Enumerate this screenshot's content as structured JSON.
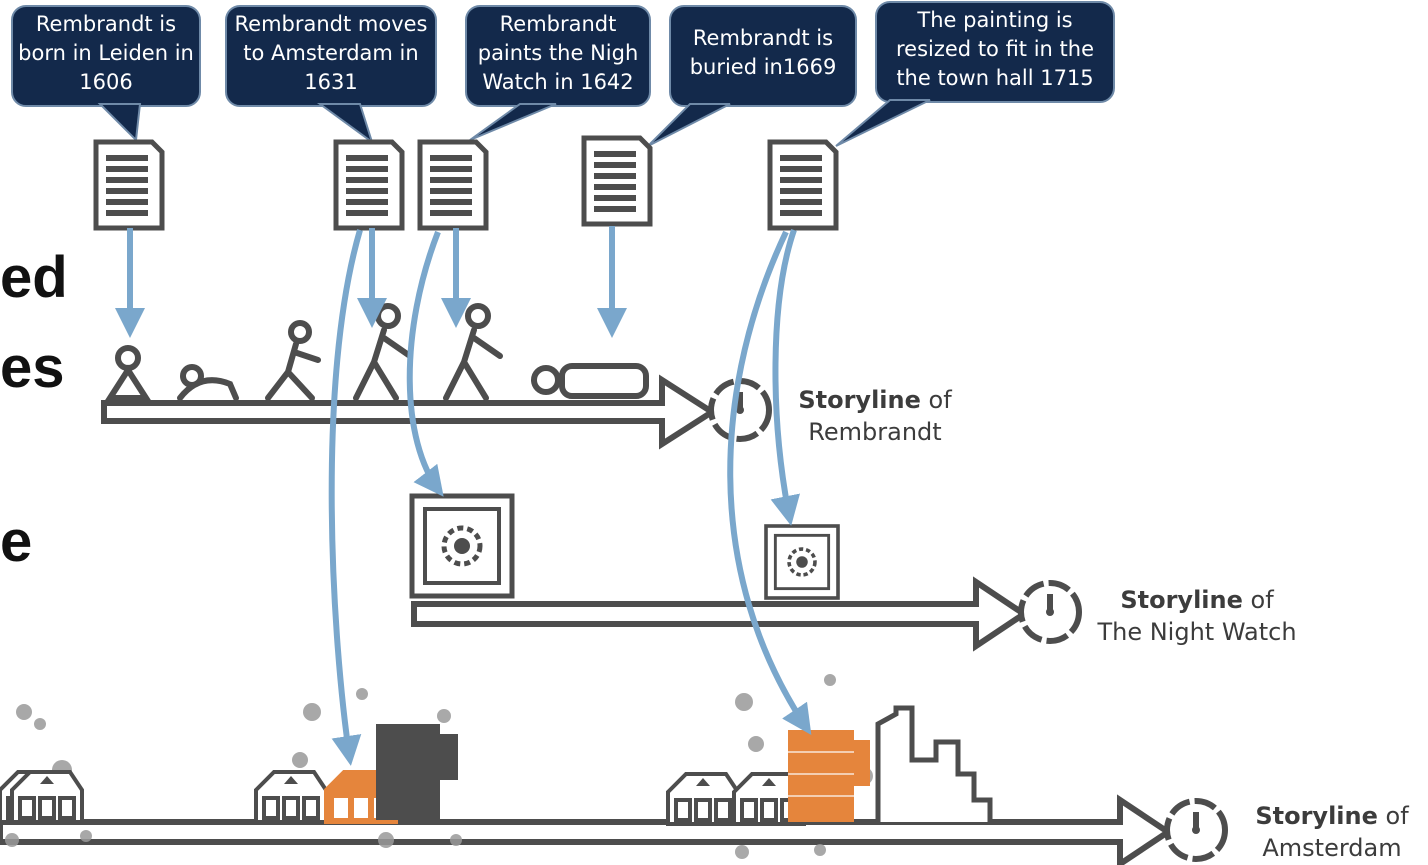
{
  "callouts": [
    {
      "id": "born",
      "text": "Rembrandt is\nborn in Leiden in\n1606"
    },
    {
      "id": "moves",
      "text": "Rembrandt moves\nto Amsterdam in\n1631"
    },
    {
      "id": "paints",
      "text": "Rembrandt\npaints the Nigh\nWatch in 1642"
    },
    {
      "id": "buried",
      "text": "Rembrandt is\nburied in1669"
    },
    {
      "id": "resized",
      "text": "The painting is\nresized to fit in the\nthe town hall 1715"
    }
  ],
  "side_text": {
    "line1": "ed",
    "line2": "es",
    "line3": "e"
  },
  "storylines": [
    {
      "id": "rembrandt",
      "bold": "Storyline",
      "of": " of",
      "subject": "Rembrandt"
    },
    {
      "id": "nightwatch",
      "bold": "Storyline",
      "of": " of",
      "subject": "The Night Watch"
    },
    {
      "id": "amsterdam",
      "bold": "Storyline",
      "of": " of",
      "subject": "Amsterdam"
    }
  ],
  "colors": {
    "callout_bg": "#13294b",
    "callout_text": "#ffffff",
    "arrow_blue": "#7aa7cc",
    "icon_gray": "#4d4d4d",
    "highlight_orange": "#e5853c",
    "splash_gray": "#9a9a9a"
  },
  "icons": [
    "document-icon",
    "baby-icon",
    "crawling-baby-icon",
    "running-person-icon",
    "walking-person-icon",
    "lying-person-icon",
    "clock-icon",
    "painting-icon",
    "house-icon",
    "tall-building-icon",
    "factory-icon"
  ]
}
